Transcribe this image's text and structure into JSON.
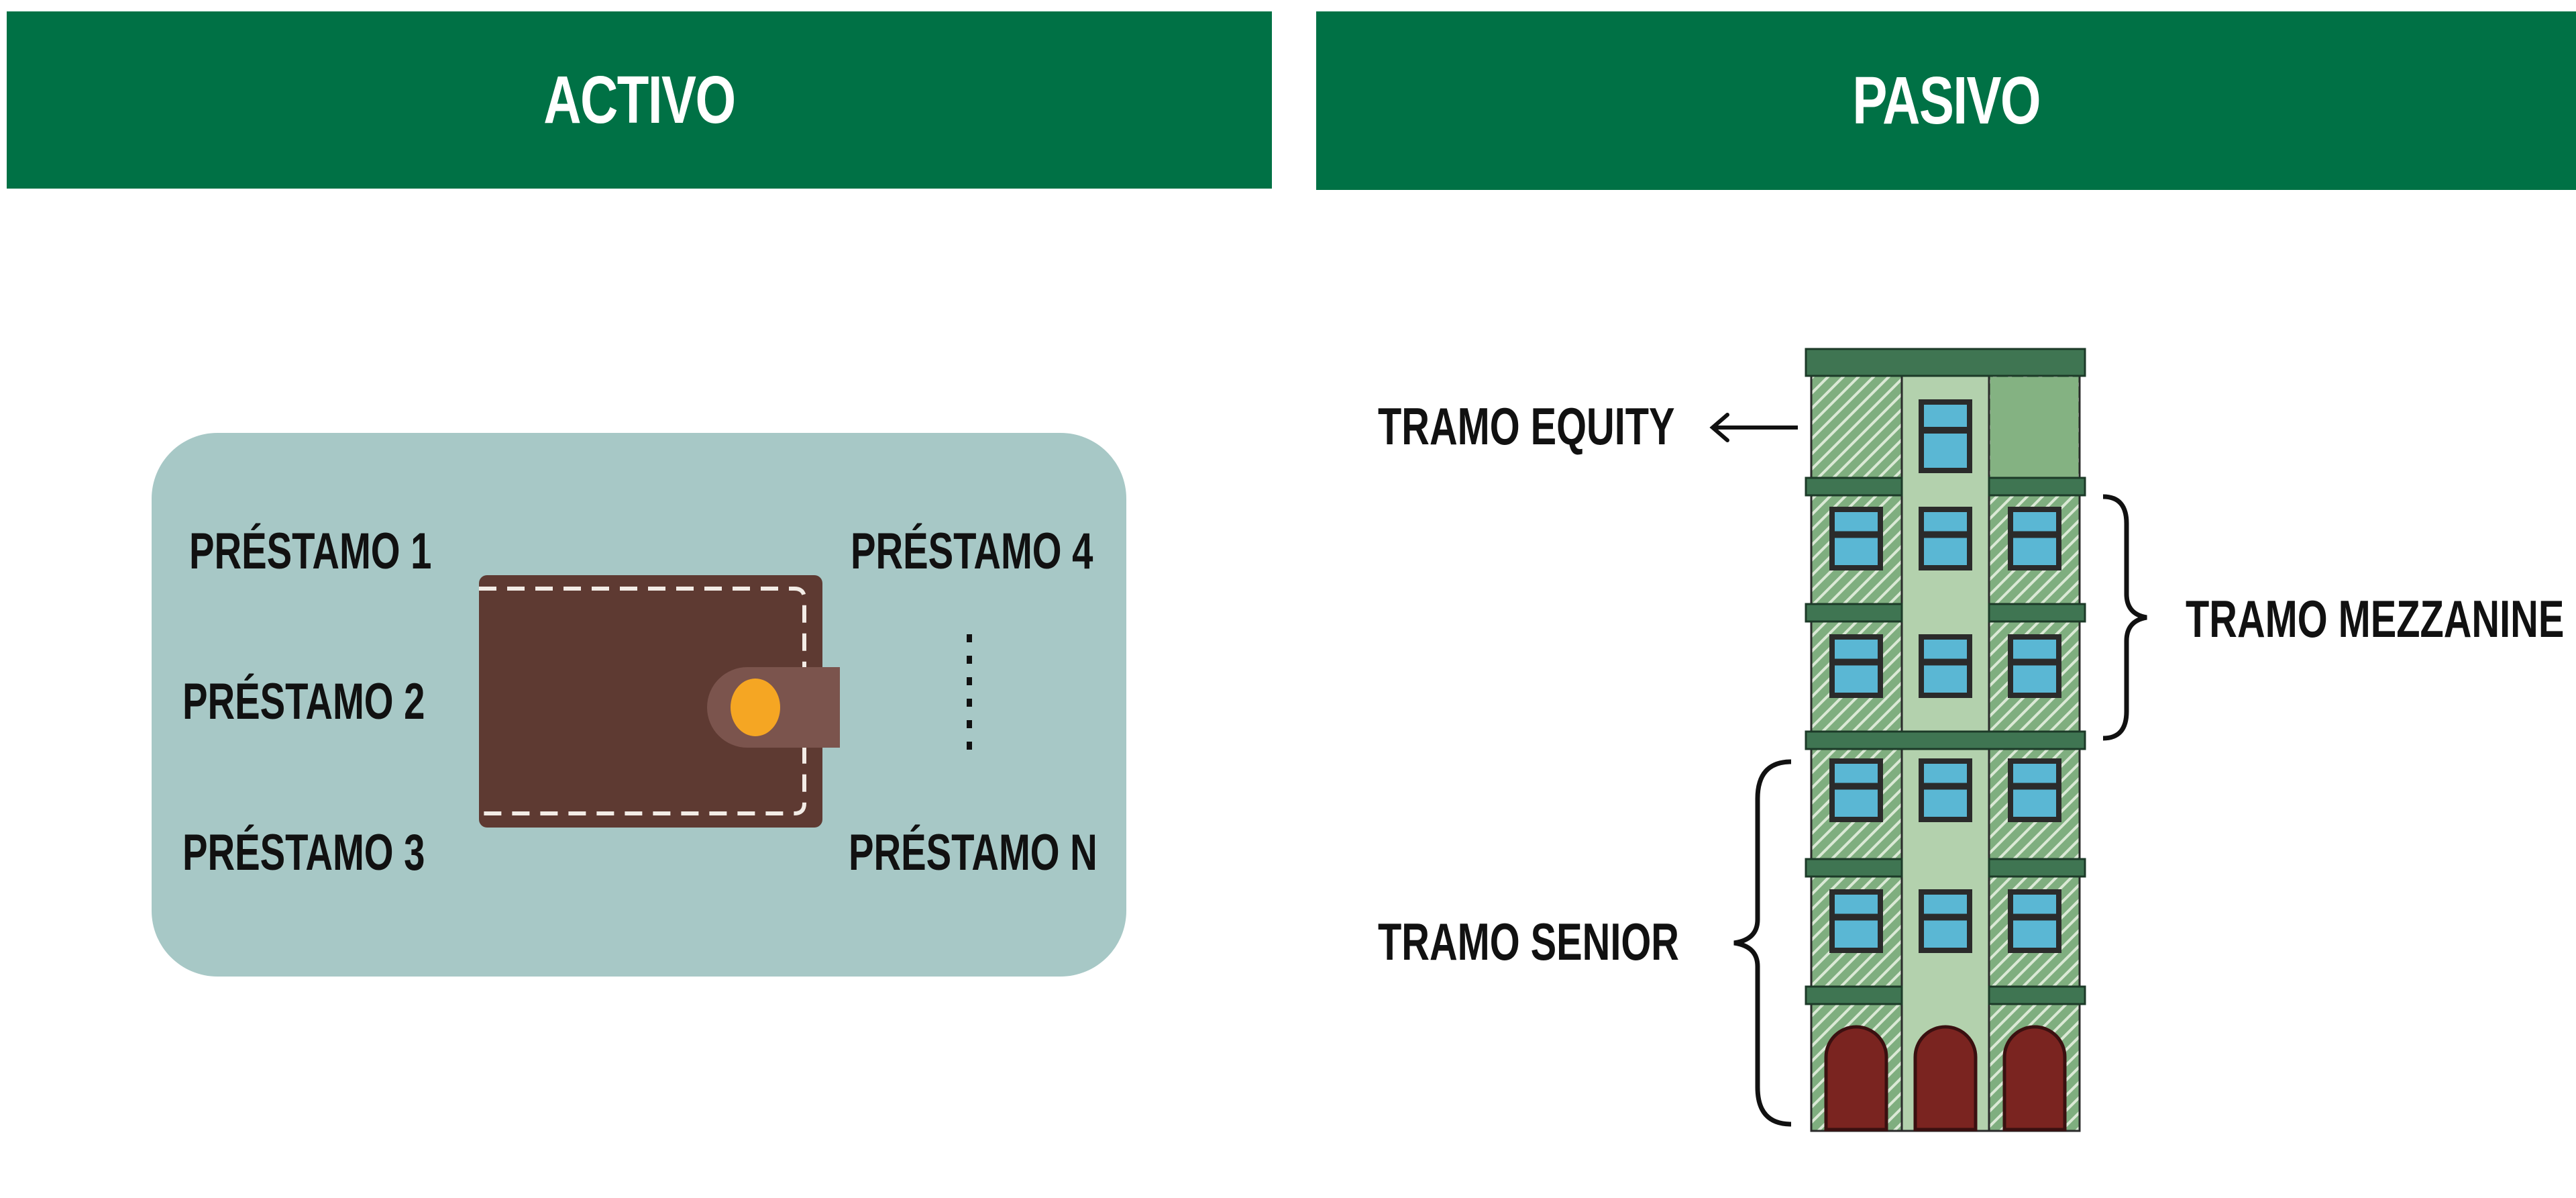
{
  "headers": {
    "activo": "ACTIVO",
    "pasivo": "PASIVO"
  },
  "activo": {
    "loans_left": [
      "PRÉSTAMO 1",
      "PRÉSTAMO 2",
      "PRÉSTAMO 3"
    ],
    "loans_right": [
      "PRÉSTAMO 4",
      "PRÉSTAMO N"
    ],
    "ellipsis": "vertical-dots",
    "center_icon": "wallet-icon"
  },
  "pasivo": {
    "tranches": {
      "equity": "TRAMO EQUITY",
      "mezzanine": "TRAMO MEZZANINE",
      "senior": "TRAMO SENIOR"
    },
    "center_icon": "building-icon"
  },
  "colors": {
    "header_green": "#007145",
    "card_teal": "#a7c8c6",
    "wallet_brown": "#5e3a32",
    "wallet_clasp": "#7b544d",
    "wallet_button": "#f5a623",
    "building_green": "#7fae7f",
    "building_light": "#b3d1ad",
    "building_band": "#3f7552",
    "window_blue": "#5ab7d4",
    "door_red": "#7a2420"
  }
}
